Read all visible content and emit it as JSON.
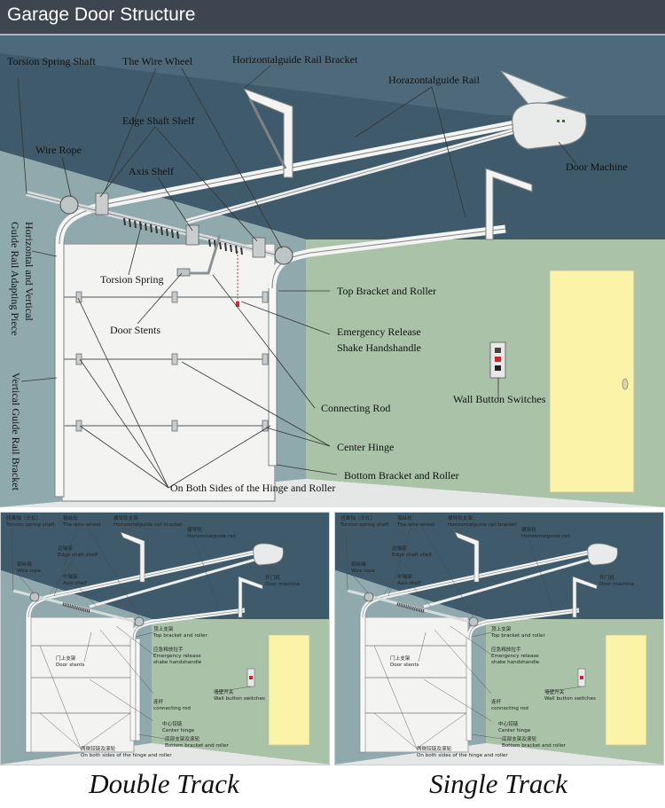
{
  "header": {
    "title": "Garage Door Structure"
  },
  "main": {
    "labels": {
      "torsion_spring_shaft": "Torsion Spring Shaft",
      "wire_wheel": "The Wire Wheel",
      "horizontal_rail_bracket": "Horizontalguide Rail Bracket",
      "horizontal_rail": "Horazontalguide Rail",
      "edge_shaft_shelf": "Edge Shaft Shelf",
      "wire_rope": "Wire Rope",
      "axis_shelf": "Axis Shelf",
      "door_machine": "Door Machine",
      "adapting_piece_line1": "Horizontal and Vertical",
      "adapting_piece_line2": "Guide Rail Adapting Piece",
      "torsion_spring": "Torsion Spring",
      "top_bracket_roller": "Top Bracket and Roller",
      "door_stents": "Door Stents",
      "emergency_line1": "Emergency Release",
      "emergency_line2": "Shake Handshandle",
      "wall_button_switches": "Wall Button Switches",
      "vertical_rail_bracket": "Vertical Guide Rail Bracket",
      "connecting_rod": "Connecting Rod",
      "center_hinge": "Center Hinge",
      "bottom_bracket_roller": "Bottom Bracket and Roller",
      "both_sides_hinge_roller": "On Both Sides of  the Hinge and Roller"
    },
    "colors": {
      "wall": "#8fa9ad",
      "ceiling": "#3f5b6b",
      "right_wall": "#a9c2a8",
      "floor": "#e4e7e6",
      "door_panel": "#f3f4f2",
      "entry_door": "#fbf4a8"
    }
  },
  "panels": {
    "double": {
      "caption": "Double Track",
      "cn": {
        "torsion_spring_shaft": "扭簧轴（天杠）",
        "wire_wheel": "钢丝轮",
        "rail_bracket": "横导轨支架",
        "rail": "横导轨",
        "edge_shaft_shelf": "边轴架",
        "wire_rope": "钢丝绳",
        "axis_shelf": "中轴架",
        "door_machine": "开门机",
        "top_bracket": "顶上支架",
        "door_stents": "门上支架",
        "emergency": "应急释放拉手",
        "wall_switch": "墙壁开关",
        "connecting_rod": "连杆",
        "center_hinge": "中心铰链",
        "bottom_bracket": "底部支架及滚轮",
        "both_sides": "两侧铰链及滚轮"
      },
      "en": {
        "torsion_spring_shaft": "Torsion spring shaft",
        "wire_wheel": "The wire wheel",
        "rail_bracket": "Horizontalguide rail bracket",
        "rail": "Horizontalguide rail",
        "edge_shaft_shelf": "Edge shaft shelf",
        "wire_rope": "Wire rope",
        "axis_shelf": "Axis shelf",
        "door_machine": "Door machine",
        "top_bracket": "Top bracket and roller",
        "door_stents": "Door stents",
        "emergency_1": "Emergency release",
        "emergency_2": "shake handshandle",
        "wall_switch": "Wall button switches",
        "connecting_rod": "connecting rod",
        "center_hinge": "Center hinge",
        "bottom_bracket": "Bottom bracket and roller",
        "both_sides": "On both sides of the hinge and roller"
      }
    },
    "single": {
      "caption": "Single Track",
      "cn": {
        "torsion_spring_shaft": "扭簧轴（天杠）",
        "wire_wheel": "钢丝轮",
        "rail_bracket": "横导轨支架",
        "rail": "横导轨",
        "edge_shaft_shelf": "边轴架",
        "wire_rope": "钢丝绳",
        "axis_shelf": "中轴架",
        "door_machine": "开门机",
        "top_bracket": "顶上支架",
        "door_stents": "门上支架",
        "emergency": "应急释放拉手",
        "wall_switch": "墙壁开关",
        "connecting_rod": "连杆",
        "center_hinge": "中心铰链",
        "bottom_bracket": "底部支架及滚轮",
        "both_sides": "两侧铰链及滚轮"
      },
      "en": {
        "torsion_spring_shaft": "Torsion spring shaft",
        "wire_wheel": "The wire wheel",
        "rail_bracket": "Horizontalguide rail bracket",
        "rail": "Horizontalguide rail",
        "edge_shaft_shelf": "Edge shaft shelf",
        "wire_rope": "Wire rope",
        "axis_shelf": "Axis shelf",
        "door_machine": "Door machine",
        "top_bracket": "Top bracket and roller",
        "door_stents": "Door stents",
        "emergency_1": "Emergency release",
        "emergency_2": "shake handshandle",
        "wall_switch": "Wall button switches",
        "connecting_rod": "connecting rod",
        "center_hinge": "Center hinge",
        "bottom_bracket": "Bottom bracket and roller",
        "both_sides": "On both sides of the hinge and roller"
      }
    }
  }
}
